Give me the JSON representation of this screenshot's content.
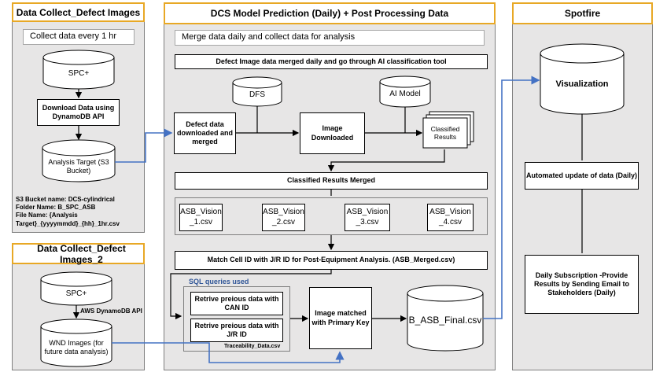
{
  "panels": {
    "collect1": {
      "title": "Data Collect_Defect Images",
      "frequency": "Collect data every 1 hr",
      "spc": "SPC+",
      "download": "Download Data using DynamoDB API",
      "target": "Analysis Target (S3 Bucket)",
      "notes": [
        "S3 Bucket name: DCS-cylindrical",
        "Folder Name: B_SPC_ASB",
        "File Name: {Analysis",
        "Target}_{yyyymmdd}_{hh}_1hr.csv"
      ]
    },
    "collect2": {
      "title": "Data Collect_Defect Images_2",
      "spc": "SPC+",
      "api_label": "AWS DynamoDB API",
      "wnd": "WND Images (for future data analysis)"
    },
    "dcs": {
      "title": "DCS Model Prediction (Daily) + Post Processing Data",
      "merge_note": "Merge data daily and collect data for analysis",
      "defect_bar": "Defect Image data merged daily and go through AI classification tool",
      "dfs": "DFS",
      "ai_model": "AI Model",
      "defect_merged": "Defect data downloaded and merged",
      "image_downloaded": "Image Downloaded",
      "classified": "Classified Results",
      "classified_merged": "Classified Results Merged",
      "vision_files": [
        "ASB_Vision _1.csv",
        "ASB_Vision _2.csv",
        "ASB_Vision _3.csv",
        "ASB_Vision _4.csv"
      ],
      "match_bar": "Match Cell ID with J/R ID for Post-Equipment Analysis. (ASB_Merged.csv)",
      "sql_label": "SQL queries used",
      "retrieve_can": "Retrive preious data with CAN ID",
      "retrieve_jr": "Retrive preious data with J/R ID",
      "traceability": "Traceability_Data.csv",
      "image_matched": "Image matched with Primary Key",
      "final": "B_ASB_Final.csv"
    },
    "spotfire": {
      "title": "Spotfire",
      "visualization": "Visualization",
      "automated": "Automated update of data (Daily)",
      "subscription": "Daily Subscription -Provide Results by Sending Email to Stakeholders (Daily)"
    }
  },
  "colors": {
    "title_border": "#e8a825",
    "panel_fill": "#e7e6e6",
    "blue_connector": "#4472c4",
    "arrow": "#000000"
  }
}
